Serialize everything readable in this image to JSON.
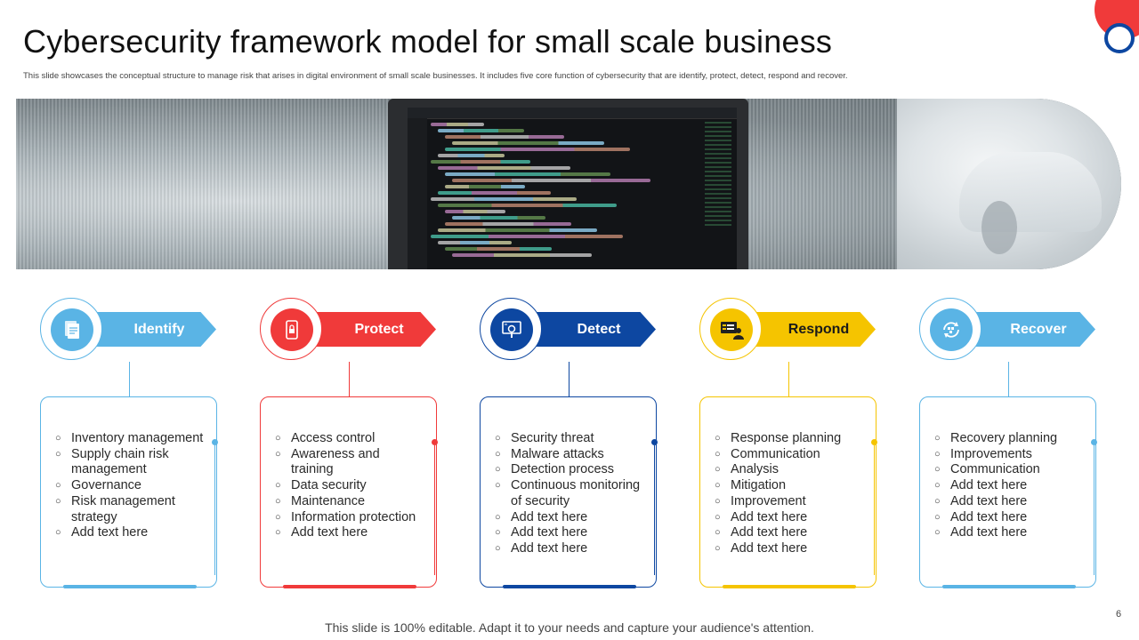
{
  "title": "Cybersecurity framework model for small scale business",
  "subtitle": "This slide showcases the conceptual structure to manage risk that arises in digital environment of small scale businesses. It includes five core function of cybersecurity that are identify, protect, detect, respond and recover.",
  "colors": {
    "identify": "#5ab4e5",
    "protect": "#f03a3a",
    "detect": "#0d47a1",
    "respond": "#f5c400",
    "recover": "#5ab4e5"
  },
  "cards": [
    {
      "label": "Identify",
      "icon": "documents-icon",
      "items": [
        "Inventory management",
        "Supply chain risk management",
        "Governance",
        "Risk management strategy",
        "Add text here"
      ]
    },
    {
      "label": "Protect",
      "icon": "mobile-lock-icon",
      "items": [
        "Access control",
        "Awareness and training",
        "Data security",
        "Maintenance",
        "Information protection",
        "Add text here"
      ]
    },
    {
      "label": "Detect",
      "icon": "monitor-search-icon",
      "items": [
        "Security threat",
        "Malware attacks",
        "Detection process",
        "Continuous monitoring of security",
        "Add text here",
        "Add text here",
        "Add text here"
      ]
    },
    {
      "label": "Respond",
      "icon": "computer-user-icon",
      "items": [
        "Response planning",
        "Communication",
        "Analysis",
        "Mitigation",
        "Improvement",
        "Add text here",
        "Add text here",
        "Add text here"
      ]
    },
    {
      "label": "Recover",
      "icon": "recovery-cycle-icon",
      "items": [
        "Recovery planning",
        "Improvements",
        "Communication",
        "Add text here",
        "Add text here",
        "Add text here",
        "Add text here"
      ]
    }
  ],
  "footer": "This slide is 100% editable. Adapt it to your needs and capture your audience's attention.",
  "page_number": "6"
}
